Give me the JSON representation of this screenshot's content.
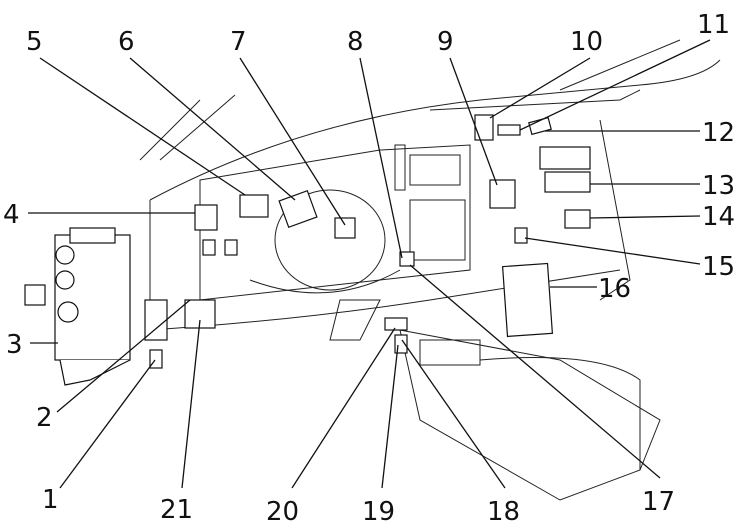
{
  "callouts": [
    {
      "id": "5",
      "label": "5"
    },
    {
      "id": "6",
      "label": "6"
    },
    {
      "id": "7",
      "label": "7"
    },
    {
      "id": "8",
      "label": "8"
    },
    {
      "id": "9",
      "label": "9"
    },
    {
      "id": "10",
      "label": "10"
    },
    {
      "id": "11",
      "label": "11"
    },
    {
      "id": "12",
      "label": "12"
    },
    {
      "id": "13",
      "label": "13"
    },
    {
      "id": "14",
      "label": "14"
    },
    {
      "id": "15",
      "label": "15"
    },
    {
      "id": "16",
      "label": "16"
    },
    {
      "id": "4",
      "label": "4"
    },
    {
      "id": "3",
      "label": "3"
    },
    {
      "id": "2",
      "label": "2"
    },
    {
      "id": "1",
      "label": "1"
    },
    {
      "id": "21",
      "label": "21"
    },
    {
      "id": "20",
      "label": "20"
    },
    {
      "id": "19",
      "label": "19"
    },
    {
      "id": "18",
      "label": "18"
    },
    {
      "id": "17",
      "label": "17"
    }
  ]
}
